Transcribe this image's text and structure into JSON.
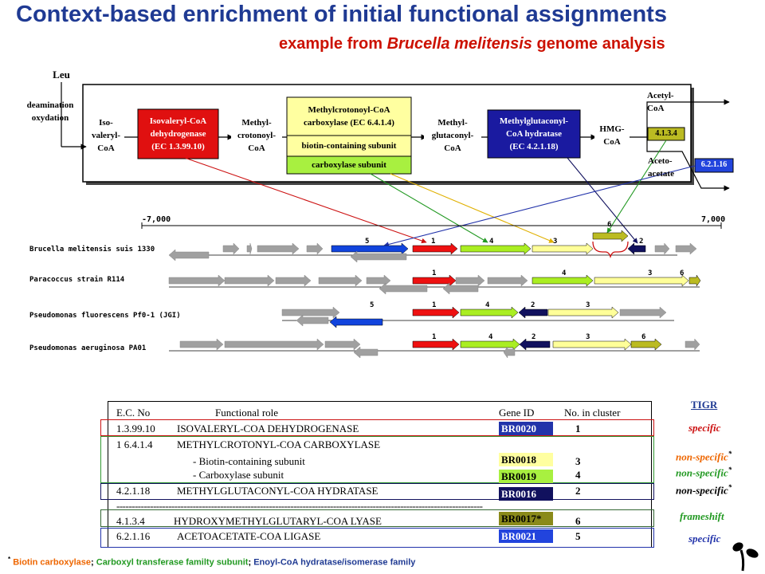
{
  "header": {
    "title": "Context-based enrichment of initial functional assignments",
    "subtitle_prefix": "example from ",
    "subtitle_species": "Brucella melitensis",
    "subtitle_suffix": " genome analysis"
  },
  "pathway": {
    "leu": "Leu",
    "deamination_1": "deamination",
    "deamination_2": "oxydation",
    "iso_1": "Iso-",
    "iso_2": "valeryl-",
    "iso_3": "CoA",
    "enz1_1": "Isovaleryl-CoA",
    "enz1_2": "dehydrogenase",
    "enz1_3": "(EC 1.3.99.10)",
    "mc_1": "Methyl-",
    "mc_2": "crotonoyl-",
    "mc_3": "CoA",
    "enz2_1": "Methylcrotonoyl-CoA",
    "enz2_2": "carboxylase (EC 6.4.1.4)",
    "enz2_sub1": "biotin-containing subunit",
    "enz2_sub2": "carboxylase subunit",
    "mg_1": "Methyl-",
    "mg_2": "glutaconyl-",
    "mg_3": "CoA",
    "enz3_1": "Methylglutaconyl-",
    "enz3_2": "CoA hydratase",
    "enz3_3": "(EC 4.2.1.18)",
    "hmg_1": "HMG-",
    "hmg_2": "CoA",
    "acetyl_1": "Acetyl-",
    "acetyl_2": "CoA",
    "aceto_1": "Aceto-",
    "aceto_2": "acetate",
    "ec_lyase": "4.1.3.4",
    "ec_ligase": "6.2.1.16"
  },
  "genome": {
    "scale_left": "-7,000",
    "scale_right": "7,000",
    "species": [
      "Brucella melitensis suis 1330",
      "Paracoccus strain R114",
      "Pseudomonas fluorescens Pf0-1 (JGI)",
      "Pseudomonas aeruginosa PA01"
    ],
    "labels": {
      "r1": [
        "5",
        "1",
        "4",
        "3",
        "6",
        "2"
      ],
      "r2": [
        "1",
        "4",
        "3",
        "6"
      ],
      "r3": [
        "5",
        "1",
        "4",
        "2",
        "3"
      ],
      "r4": [
        "1",
        "4",
        "2",
        "3",
        "6"
      ]
    },
    "colors": {
      "gene1": "#ee1111",
      "gene2": "#11115e",
      "gene3": "#ffff99",
      "gene4": "#aaee22",
      "gene5": "#1144dd",
      "gene6": "#bbbb22",
      "other": "#a0a0a0"
    }
  },
  "table": {
    "headers": {
      "ec": "E.C. No",
      "role": "Functional role",
      "gene": "Gene ID",
      "num": "No. in cluster"
    },
    "rows": [
      {
        "ec": "1.3.99.10",
        "role": "ISOVALERYL-COA DEHYDROGENASE",
        "gene": "BR0020",
        "num": "1"
      },
      {
        "ec": "1 6.4.1.4",
        "role": "METHYLCROTONYL-COA CARBOXYLASE",
        "gene": "",
        "num": ""
      },
      {
        "ec": "",
        "role": "- Biotin-containing subunit",
        "gene": "BR0018",
        "num": "3"
      },
      {
        "ec": "",
        "role": "- Carboxylase subunit",
        "gene": "BR0019",
        "num": "4"
      },
      {
        "ec": "4.2.1.18",
        "role": "METHYLGLUTACONYL-COA HYDRATASE",
        "gene": "BR0016",
        "num": "2"
      },
      {
        "ec": "4.1.3.4",
        "role": "HYDROXYMETHYLGLUTARYL-COA LYASE",
        "gene": "BR0017*",
        "num": "6"
      },
      {
        "ec": "6.2.1.16",
        "role": "ACETOACETATE-COA LIGASE",
        "gene": "BR0021",
        "num": "5"
      }
    ],
    "divider": "------------------------------------------------------------------------------------------------------------------------"
  },
  "tigr": {
    "header": "TIGR",
    "entries": [
      "specific",
      "non-specific",
      "non-specific",
      "non-specific",
      "frameshift",
      "specific"
    ],
    "star": "*"
  },
  "footnote": {
    "star": "*",
    "item1": "Biotin carboxylase",
    "item2": "Carboxyl transferase familty subunit",
    "item3": "Enoyl-CoA hydratase/isomerase family",
    "sep": ";"
  }
}
